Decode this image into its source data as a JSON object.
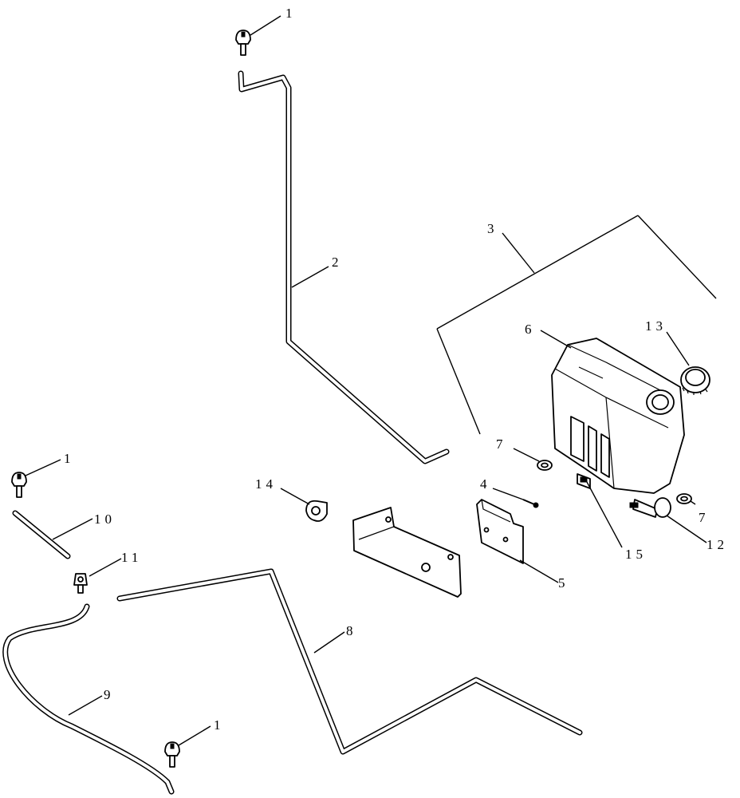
{
  "callouts": [
    {
      "id": "c1-top",
      "label": "1"
    },
    {
      "id": "c2",
      "label": "2"
    },
    {
      "id": "c3",
      "label": "3"
    },
    {
      "id": "c6",
      "label": "6"
    },
    {
      "id": "c13",
      "label": "13"
    },
    {
      "id": "c7-left",
      "label": "7"
    },
    {
      "id": "c4",
      "label": "4"
    },
    {
      "id": "c14",
      "label": "14"
    },
    {
      "id": "c1-mid",
      "label": "1"
    },
    {
      "id": "c10",
      "label": "10"
    },
    {
      "id": "c11",
      "label": "11"
    },
    {
      "id": "c15",
      "label": "15"
    },
    {
      "id": "c12",
      "label": "12"
    },
    {
      "id": "c7-right",
      "label": "7"
    },
    {
      "id": "c5",
      "label": "5"
    },
    {
      "id": "c8",
      "label": "8"
    },
    {
      "id": "c9",
      "label": "9"
    },
    {
      "id": "c1-bottom",
      "label": "1"
    }
  ]
}
